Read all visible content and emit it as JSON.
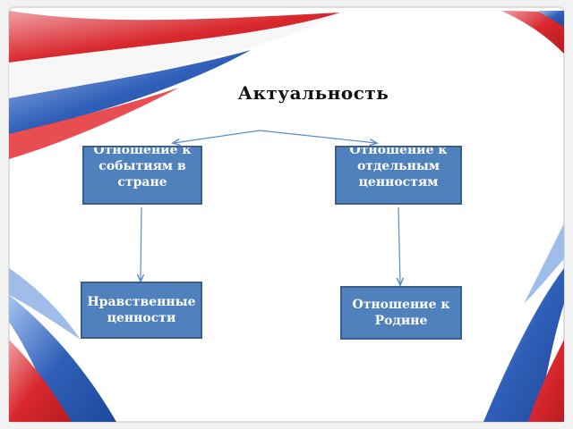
{
  "title": "Актуальность",
  "nodes": {
    "events": "Отношение к событиям в стране",
    "values": "Отношение к отдельным ценностям",
    "moral": "Нравственные ценности",
    "motherland": "Отношение к Родине"
  },
  "colors": {
    "box_fill": "#4f81bd",
    "box_border": "#3a5f8f",
    "arrow": "#5b8cc9",
    "ribbon_red": "#d8282e",
    "ribbon_blue": "#2f5fb8",
    "frame": "#e8e8e8"
  }
}
